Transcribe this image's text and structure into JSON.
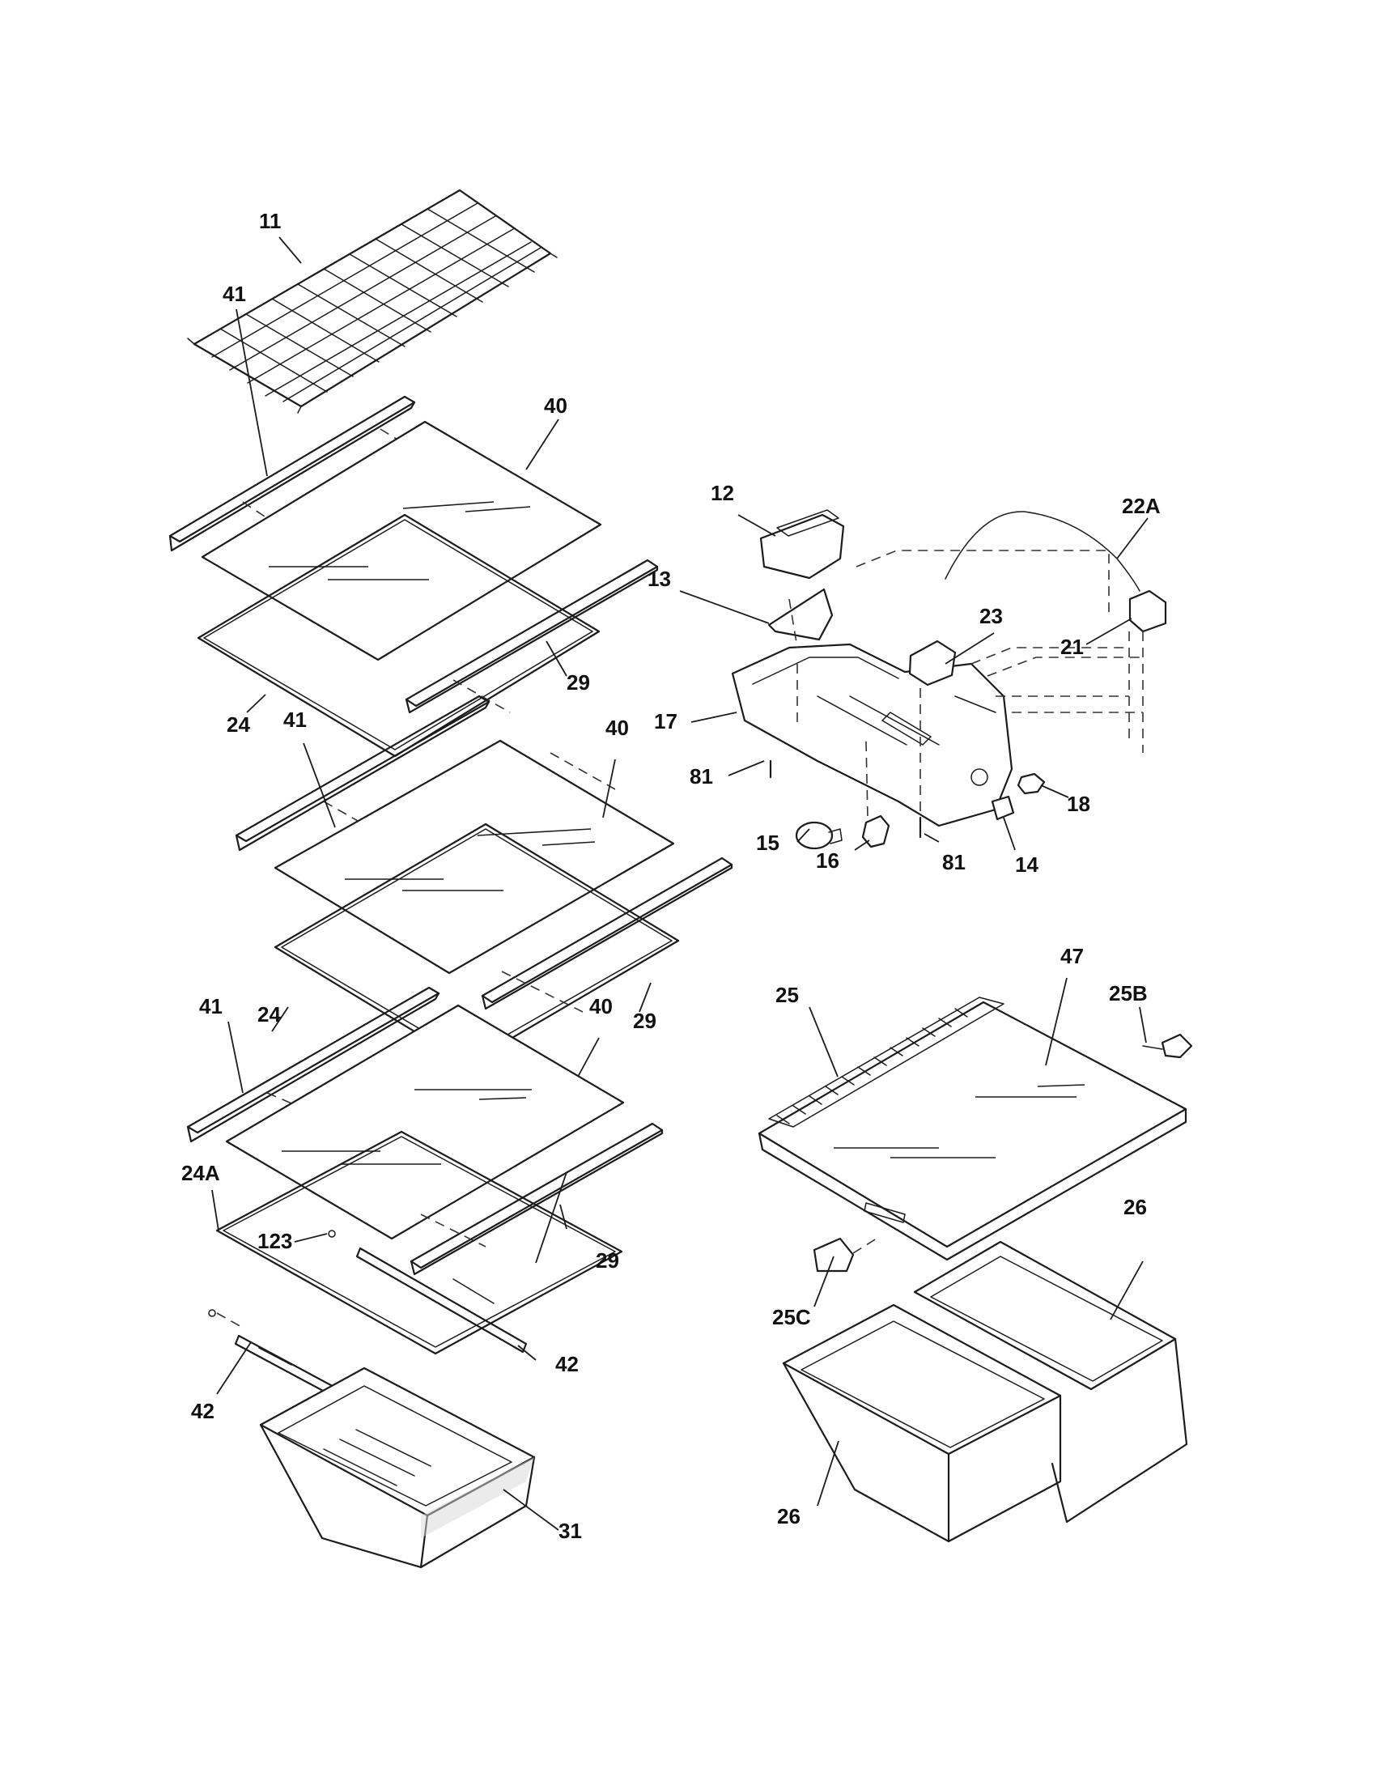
{
  "callouts": [
    "11",
    "41",
    "40",
    "12",
    "22A",
    "13",
    "23",
    "21",
    "29",
    "24",
    "41",
    "17",
    "40",
    "81",
    "18",
    "15",
    "16",
    "81",
    "14",
    "47",
    "25",
    "25B",
    "41",
    "24",
    "40",
    "29",
    "24A",
    "123",
    "29",
    "42",
    "26",
    "25C",
    "42",
    "31",
    "26"
  ]
}
